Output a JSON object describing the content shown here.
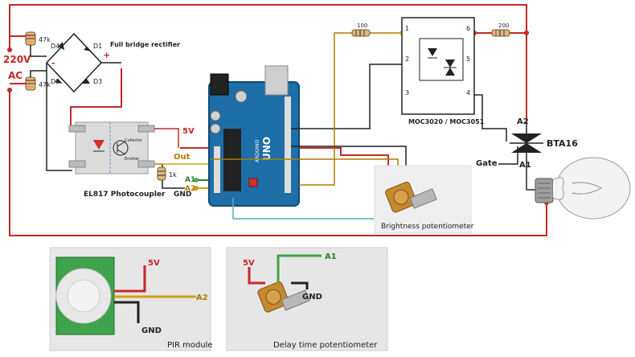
{
  "mains": {
    "voltage": "220V",
    "type": "AC"
  },
  "rectifier": {
    "title": "Full bridge rectifier",
    "resistor_top": "47k",
    "resistor_bottom": "47k",
    "diodes": [
      "D4",
      "D1",
      "D2",
      "D3"
    ],
    "plus": "+",
    "minus": "-"
  },
  "photocoupler": {
    "title": "EL817 Photocoupler",
    "collector": "Collector",
    "emitter": "Emitter",
    "vcc_label": "5V",
    "out_label": "Out",
    "resistor": "1k",
    "gnd_label": "GND",
    "pin_a1": "A1",
    "pin_a2": "A2"
  },
  "arduino": {
    "name": "UNO",
    "brand": "ARDUINO"
  },
  "optotriac": {
    "title": "MOC3020 / MOC3051",
    "pins": [
      "1",
      "2",
      "3",
      "4",
      "5",
      "6"
    ],
    "resistor_in": "100",
    "resistor_out": "200"
  },
  "triac": {
    "name": "BTA16",
    "a2": "A2",
    "a1": "A1",
    "gate": "Gate"
  },
  "brightness_pot": {
    "title": "Brightness potentiometer"
  },
  "pir": {
    "title": "PIR module",
    "vcc": "5V",
    "out": "A2",
    "gnd": "GND"
  },
  "delay_pot": {
    "title": "Delay time potentiometer",
    "vcc": "5V",
    "out": "A1",
    "gnd": "GND"
  }
}
